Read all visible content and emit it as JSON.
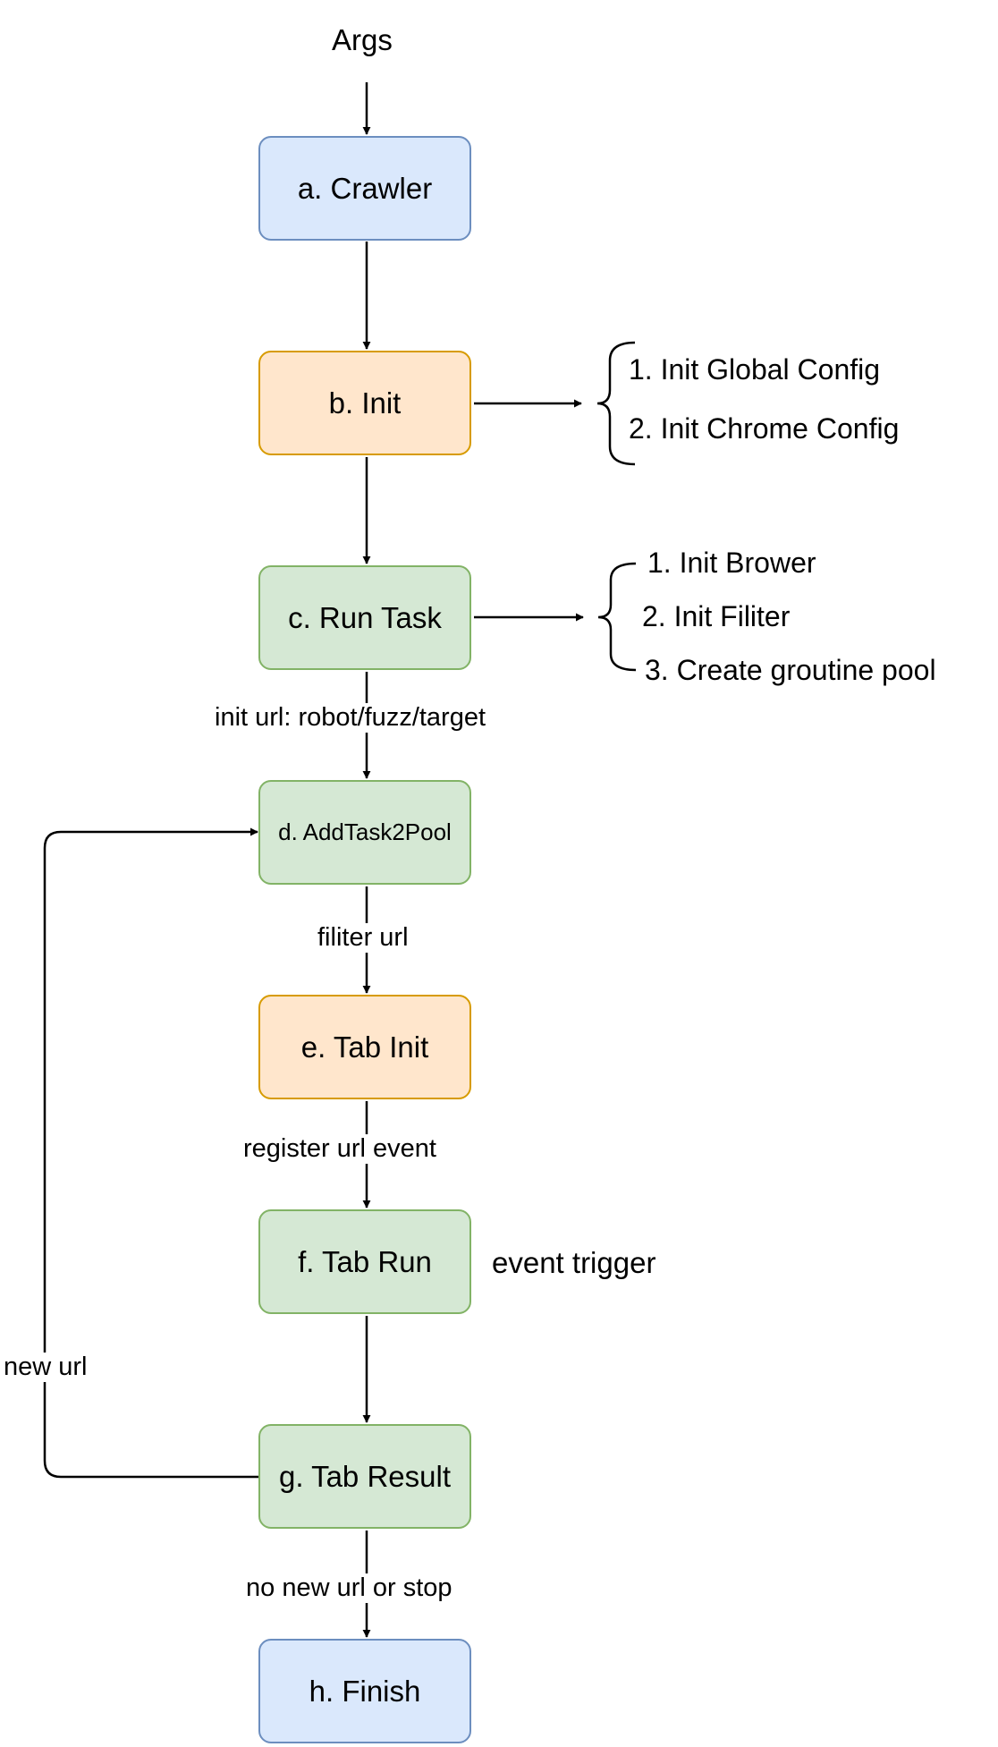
{
  "input_label": "Args",
  "colors": {
    "blue_fill": "#dae8fc",
    "blue_stroke": "#6c8ebf",
    "orange_fill": "#ffe6cc",
    "orange_stroke": "#d79b00",
    "green_fill": "#d5e8d4",
    "green_stroke": "#82b366",
    "line": "#000000"
  },
  "nodes": {
    "crawler": "a. Crawler",
    "init": "b. Init",
    "run_task": "c. Run Task",
    "add_task": "d. AddTask2Pool",
    "tab_init": "e. Tab Init",
    "tab_run": "f. Tab Run",
    "tab_result": "g. Tab Result",
    "finish": "h. Finish"
  },
  "edge_labels": {
    "init_url": "init url: robot/fuzz/target",
    "filiter_url": "filiter url",
    "register_url_event": "register url event",
    "event_trigger": "event trigger",
    "new_url": "new url",
    "no_new_url": "no new url or stop"
  },
  "init_steps": [
    "1. Init Global Config",
    "2. Init Chrome Config"
  ],
  "run_task_steps": [
    "1. Init Brower",
    "2. Init Filiter",
    "3. Create groutine pool"
  ]
}
